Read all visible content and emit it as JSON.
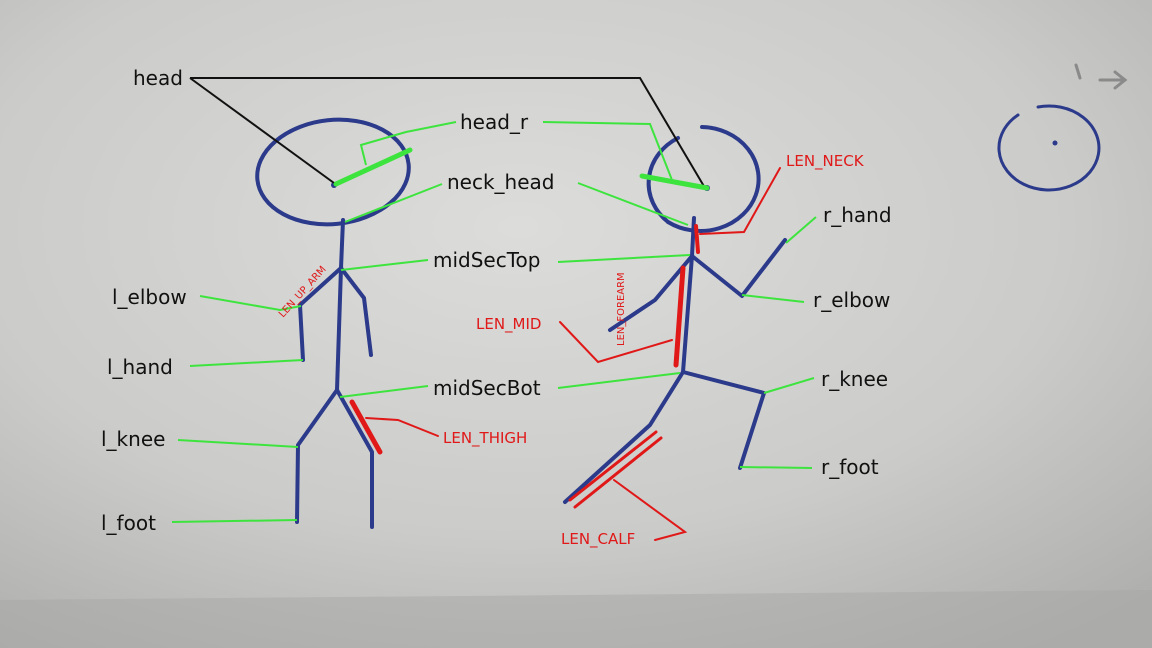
{
  "labels": {
    "head": "head",
    "head_r": "head_r",
    "neck_head": "neck_head",
    "midSecTop": "midSecTop",
    "midSecBot": "midSecBot",
    "l_elbow": "l_elbow",
    "l_hand": "l_hand",
    "l_knee": "l_knee",
    "l_foot": "l_foot",
    "r_hand": "r_hand",
    "r_elbow": "r_elbow",
    "r_knee": "r_knee",
    "r_foot": "r_foot"
  },
  "lengths": {
    "neck": "LEN_NECK",
    "mid": "LEN_MID",
    "forearm": "LEN_FOREARM",
    "up_arm": "LEN_UP_ARM",
    "thigh": "LEN_THIGH",
    "calf": "LEN_CALF"
  },
  "colors": {
    "paper": "#c9c9c7",
    "ink": "#2b3a8a",
    "green": "#3ee43e",
    "red": "#e01818",
    "black": "#111111"
  }
}
